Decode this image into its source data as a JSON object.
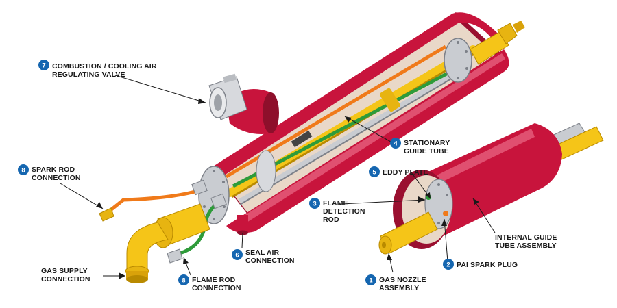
{
  "colors": {
    "tube_red": "#c8143c",
    "tube_dark": "#8e0f2b",
    "tube_light": "#e05070",
    "brass": "#f5c518",
    "brass_dark": "#b98a00",
    "orange_rod": "#f07a1a",
    "green_rod": "#2e9b3a",
    "steel": "#c9ccd1",
    "steel_dark": "#7c8088",
    "badge_blue": "#1566b0"
  },
  "callouts": [
    {
      "id": "c7",
      "number": "7",
      "lines": [
        "COMBUSTION / COOLING AIR",
        "REGULATING VALVE"
      ]
    },
    {
      "id": "c4",
      "number": "4",
      "lines": [
        "STATIONARY",
        "GUIDE TUBE"
      ]
    },
    {
      "id": "c8a",
      "number": "8",
      "lines": [
        "SPARK ROD",
        "CONNECTION"
      ]
    },
    {
      "id": "c5",
      "number": "5",
      "lines": [
        "EDDY PLATE"
      ]
    },
    {
      "id": "c3",
      "number": "3",
      "lines": [
        "FLAME",
        "DETECTION",
        "ROD"
      ]
    },
    {
      "id": "cit",
      "number": "",
      "lines": [
        "INTERNAL GUIDE",
        "TUBE ASSEMBLY"
      ]
    },
    {
      "id": "c6",
      "number": "6",
      "lines": [
        "SEAL  AIR",
        "CONNECTION"
      ]
    },
    {
      "id": "c2",
      "number": "2",
      "lines": [
        "PAI SPARK PLUG"
      ]
    },
    {
      "id": "cgs",
      "number": "",
      "lines": [
        "GAS SUPPLY",
        "CONNECTION"
      ]
    },
    {
      "id": "c8b",
      "number": "8",
      "lines": [
        "FLAME ROD",
        "CONNECTION"
      ]
    },
    {
      "id": "c1",
      "number": "1",
      "lines": [
        "GAS NOZZLE",
        "ASSEMBLY"
      ]
    }
  ]
}
